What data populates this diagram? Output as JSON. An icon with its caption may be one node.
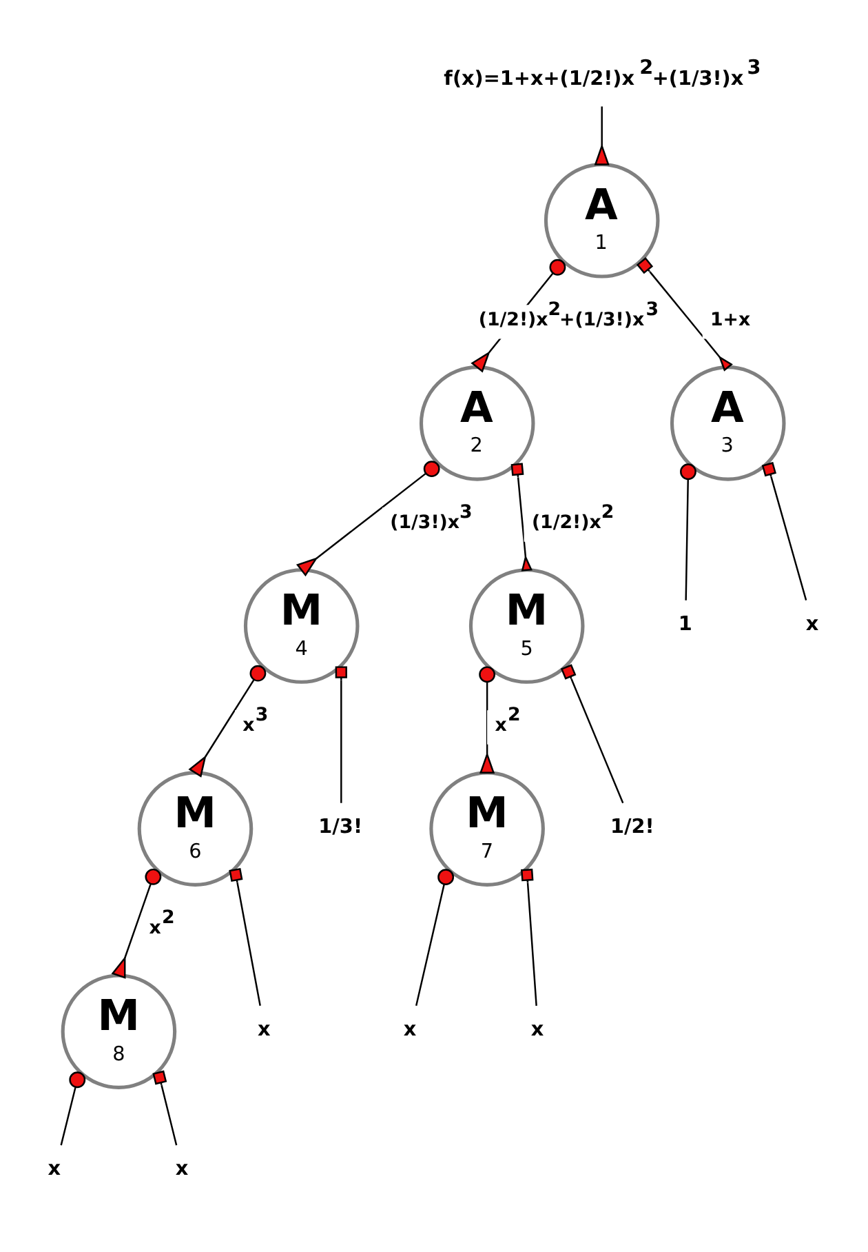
{
  "diagram": {
    "nodes": [
      {
        "text": [
          "f(x)=1+x+(1/2!)x$^{2}$+(1/3!)x$^{3}$"
        ]
      },
      {
        "text": [
          "A",
          "1"
        ]
      },
      {
        "text": [
          "A",
          "2"
        ]
      },
      {
        "text": [
          "A",
          "3"
        ]
      },
      {
        "text": [
          "1"
        ]
      },
      {
        "text": [
          "x"
        ]
      },
      {
        "text": [
          "M",
          "4"
        ]
      },
      {
        "text": [
          "M",
          "5"
        ]
      },
      {
        "text": [
          "1/3!"
        ]
      },
      {
        "text": [
          "1/2!"
        ]
      },
      {
        "text": [
          "M",
          "6"
        ]
      },
      {
        "text": [
          "M",
          "7"
        ]
      },
      {
        "text": [
          "x"
        ]
      },
      {
        "text": [
          "x"
        ]
      },
      {
        "text": [
          "x"
        ]
      },
      {
        "text": [
          "M",
          "8"
        ]
      },
      {
        "text": [
          "x"
        ]
      },
      {
        "text": [
          "x"
        ]
      }
    ],
    "edges": [
      {
        "from": 0,
        "to": 1,
        "arrow": "other"
      },
      {
        "from": 1,
        "to": 2,
        "arrow": "other",
        "label": "(1/2!)x$^{2}$+(1/3!)x$^{3}$"
      },
      {
        "from": 1,
        "to": 3,
        "arrow": "other",
        "label": "1+x"
      },
      {
        "from": 3,
        "to": 4,
        "arrow": "other"
      },
      {
        "from": 3,
        "to": 5,
        "arrow": "other"
      },
      {
        "from": 2,
        "to": 6,
        "arrow": "other",
        "label": "(1/3!)x$^{3}$"
      },
      {
        "from": 2,
        "to": 7,
        "arrow": "other",
        "label": "(1/2!)x$^{2}$"
      },
      {
        "from": 6,
        "to": 10,
        "arrow": "other",
        "label": "x$^{3}$"
      },
      {
        "from": 6,
        "to": 8,
        "arrow": "other"
      },
      {
        "from": 7,
        "to": 11,
        "arrow": "other",
        "label": "x$^{2}$"
      },
      {
        "from": 7,
        "to": 9,
        "arrow": "other"
      },
      {
        "from": 10,
        "to": 15,
        "arrow": "other",
        "label": "x$^{2}$"
      },
      {
        "from": 10,
        "to": 12,
        "arrow": "other"
      },
      {
        "from": 11,
        "to": 13,
        "arrow": "other"
      },
      {
        "from": 11,
        "to": 14,
        "arrow": "other"
      },
      {
        "from": 15,
        "to": 16,
        "arrow": "other"
      },
      {
        "from": 15,
        "to": 17,
        "arrow": "other"
      }
    ]
  }
}
